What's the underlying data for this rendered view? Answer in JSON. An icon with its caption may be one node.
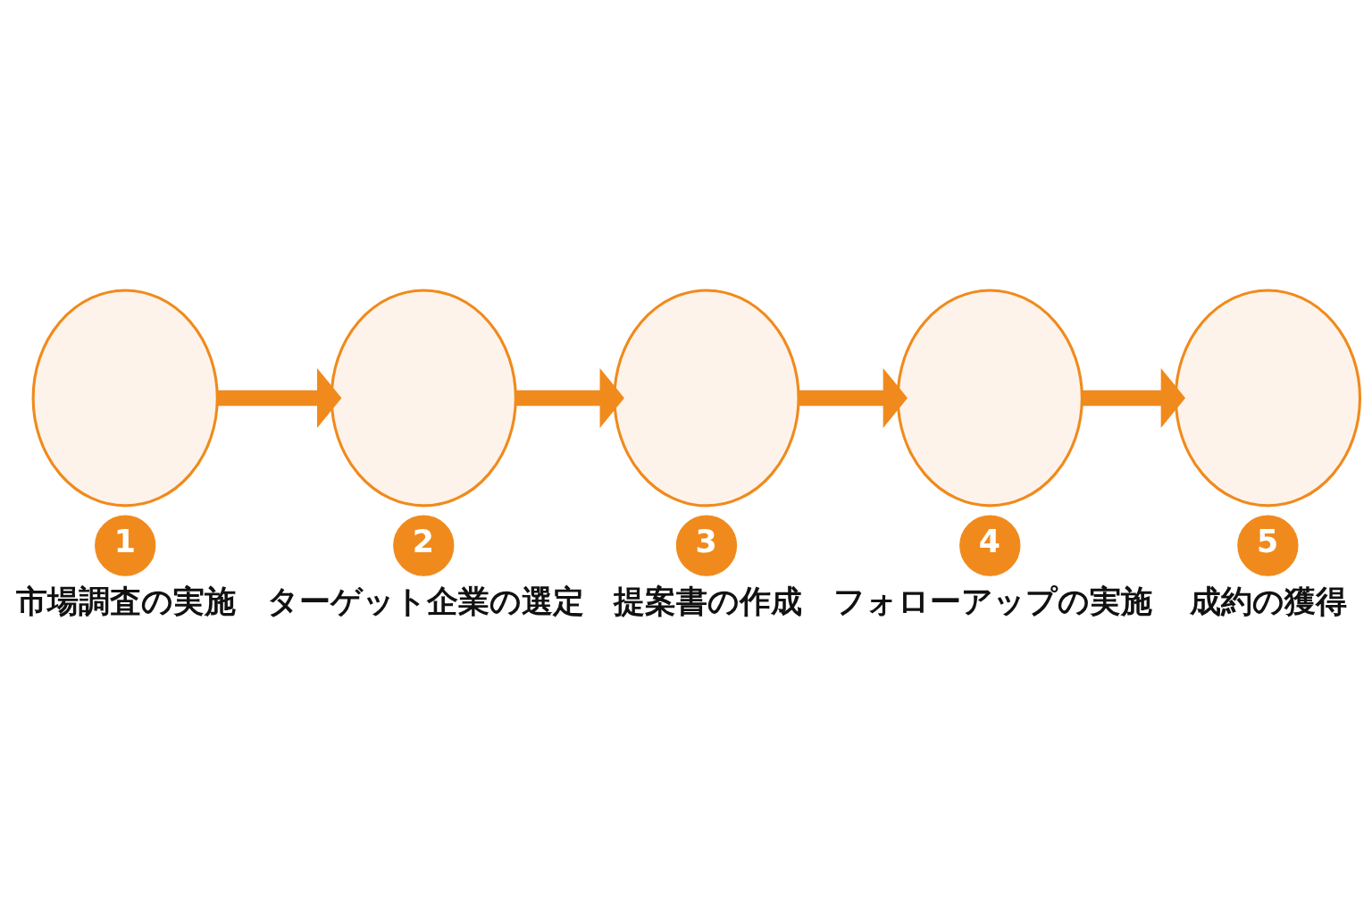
{
  "diagram": {
    "nodes": [
      {
        "text": [],
        "shape": "circle",
        "beside": [
          "1",
          "市場調査の実施"
        ]
      },
      {
        "text": [],
        "shape": "circle",
        "beside": [
          "2",
          "ターゲット企業の選定"
        ]
      },
      {
        "text": [],
        "shape": "circle",
        "beside": [
          "3",
          "提案書の作成"
        ]
      },
      {
        "text": [],
        "shape": "circle",
        "beside": [
          "4",
          "フォローアップの実施"
        ]
      },
      {
        "text": [],
        "shape": "circle",
        "beside": [
          "5",
          "成約の獲得"
        ]
      }
    ],
    "edges": [
      {
        "from": 0,
        "to": 1,
        "arrow": "to"
      },
      {
        "from": 1,
        "to": 2,
        "arrow": "to"
      },
      {
        "from": 2,
        "to": 3,
        "arrow": "to"
      },
      {
        "from": 3,
        "to": 4,
        "arrow": "to"
      }
    ]
  }
}
